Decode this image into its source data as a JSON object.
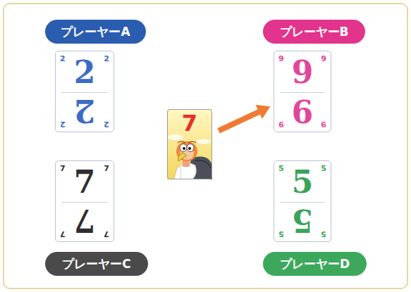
{
  "diagram": {
    "nodes": [
      {
        "text": [
          "プレーヤーA"
        ]
      },
      {
        "text": [
          "プレーヤーB"
        ]
      },
      {
        "text": [
          "2",
          "2",
          "2",
          "2",
          "2",
          "2"
        ]
      },
      {
        "text": [
          "9",
          "9",
          "9",
          "9",
          "9",
          "9"
        ]
      },
      {
        "text": [
          "7"
        ]
      },
      {
        "text": [
          "7",
          "7",
          "7",
          "7",
          "7",
          "7"
        ]
      },
      {
        "text": [
          "5",
          "5",
          "5",
          "5",
          "5",
          "5"
        ]
      },
      {
        "text": [
          "プレーヤーC"
        ]
      },
      {
        "text": [
          "プレーヤーD"
        ]
      }
    ],
    "edges": [
      {
        "from": 4,
        "to": 3,
        "arrow": "to"
      }
    ]
  }
}
